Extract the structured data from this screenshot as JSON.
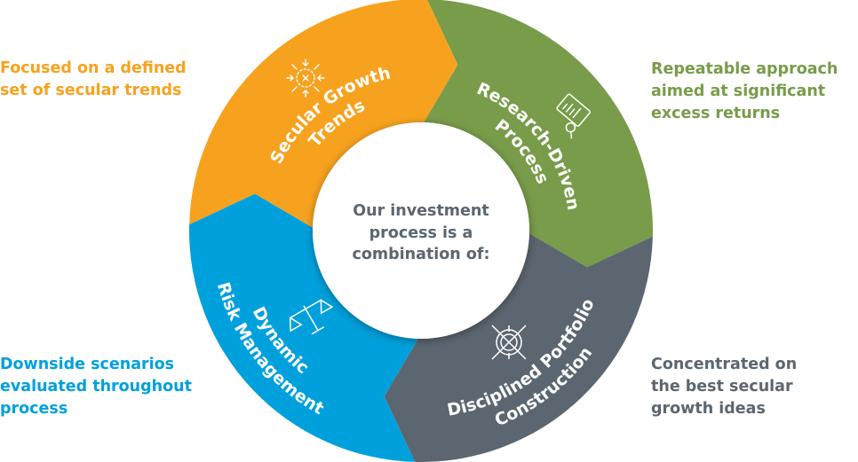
{
  "colors": {
    "orange": "#f7a21e",
    "green": "#789c4a",
    "gray": "#5b6670",
    "blue": "#00a0dc"
  },
  "center": {
    "lines": [
      "Our investment",
      "process is a",
      "combination of:"
    ]
  },
  "segments": [
    {
      "key": "secular",
      "color": "#f7a21e",
      "icon": "converging-arrows-icon",
      "lines": [
        "Secular Growth",
        "Trends"
      ]
    },
    {
      "key": "research",
      "color": "#789c4a",
      "icon": "report-magnifier-icon",
      "lines": [
        "Research-Driven",
        "Process"
      ]
    },
    {
      "key": "portfolio",
      "color": "#5b6670",
      "icon": "crosshair-target-icon",
      "lines": [
        "Disciplined Portfolio",
        "Construction"
      ]
    },
    {
      "key": "risk",
      "color": "#00a0dc",
      "icon": "balance-scale-icon",
      "lines": [
        "Dynamic",
        "Risk Management"
      ]
    }
  ],
  "descriptions": {
    "secular": [
      "Focused on a defined",
      "set of secular trends"
    ],
    "research": [
      "Repeatable approach",
      "aimed at significant",
      "excess returns"
    ],
    "risk": [
      "Downside scenarios",
      "evaluated throughout",
      "process"
    ],
    "portfolio": [
      "Concentrated on",
      "the best secular",
      "growth ideas"
    ]
  }
}
